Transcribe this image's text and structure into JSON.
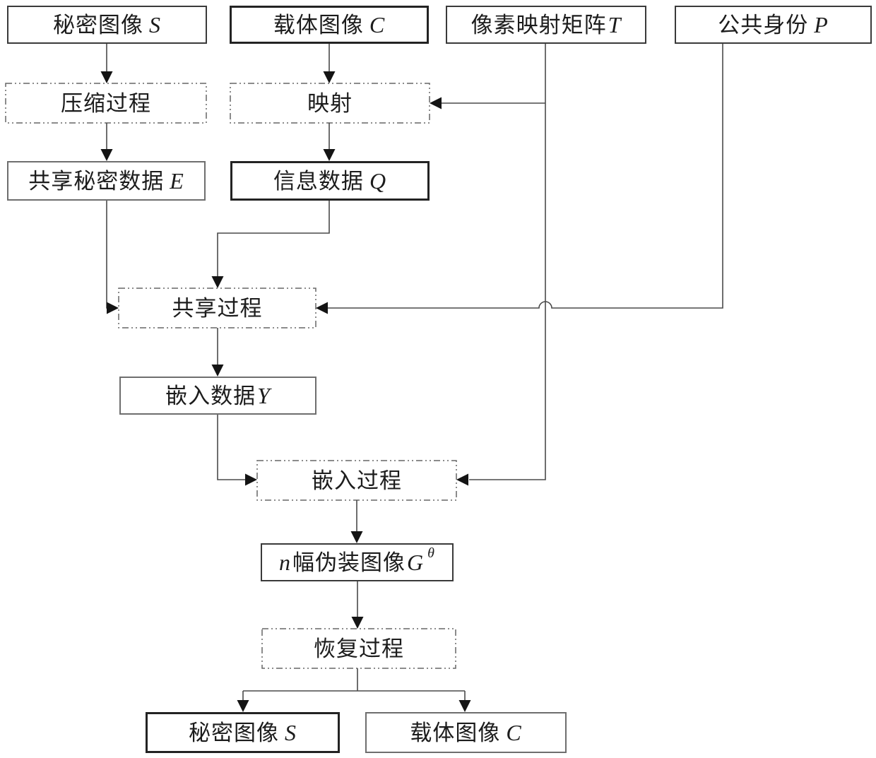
{
  "figure_type": "flowchart",
  "colors": {
    "background": "#ffffff",
    "line": "#4a4a4a",
    "arrowhead": "#141414",
    "text": "#1c1c1c",
    "solid_border": "#3a3a3a",
    "dash_border": "#666666"
  },
  "nodes": {
    "secret_image_top": {
      "zh": "秘密图像",
      "var": "S"
    },
    "cover_image_top": {
      "zh": "载体图像",
      "var": "C"
    },
    "pixel_mapping_matrix": {
      "zh": "像素映射矩阵",
      "var": "T"
    },
    "public_identity": {
      "zh": "公共身份",
      "var": "P"
    },
    "compression_process": {
      "zh": "压缩过程"
    },
    "mapping": {
      "zh": "映射"
    },
    "shared_secret_data": {
      "zh": "共享秘密数据",
      "var": "E"
    },
    "information_data": {
      "zh": "信息数据",
      "var": "Q"
    },
    "sharing_process": {
      "zh": "共享过程"
    },
    "embedded_data": {
      "zh": "嵌入数据",
      "var": "Y"
    },
    "embedding_process": {
      "zh": "嵌入过程"
    },
    "stego_images": {
      "pre": "n",
      "zh": "幅伪装图像",
      "var": "G",
      "sup": "θ"
    },
    "recovery_process": {
      "zh": "恢复过程"
    },
    "secret_image_bottom": {
      "zh": "秘密图像",
      "var": "S"
    },
    "cover_image_bottom": {
      "zh": "载体图像",
      "var": "C"
    }
  }
}
